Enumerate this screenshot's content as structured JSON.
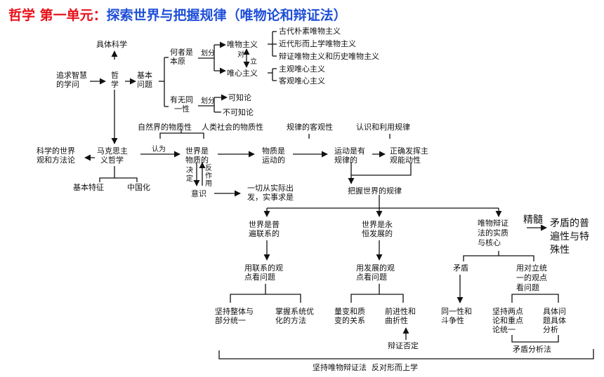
{
  "title": {
    "red": "哲学 第一单元：",
    "blue": "探索世界与把握规律（唯物论和辩证法）"
  },
  "nodes": {
    "n_jutikexue": "具体科学",
    "n_zhuiqiu_1": "追求智慧",
    "n_zhuiqiu_2": "的学问",
    "n_zhexue_1": "哲",
    "n_zhexue_2": "学",
    "n_jiben_1": "基本",
    "n_jiben_2": "问题",
    "n_hezhe_1": "何者是",
    "n_hezhe_2": "本原",
    "n_huafen1": "划分",
    "n_huafen2": "划分",
    "n_weiwu": "唯物主义",
    "n_weixin": "唯心主义",
    "n_duili_1": "对",
    "n_duili_2": "立",
    "n_gudai": "古代朴素唯物主义",
    "n_jindai": "近代形而上学唯物主义",
    "n_bianzheng": "辩证唯物主义和历史唯物主义",
    "n_zhuguan": "主观唯心主义",
    "n_keguan": "客观唯心主义",
    "n_youwu_1": "有无同",
    "n_youwu_2": "一性",
    "n_kezhi": "可知论",
    "n_bukezhi": "不可知论",
    "n_ziran": "自然界的物质性",
    "n_renlei": "人类社会的物质性",
    "n_guilv_keguan": "规律的客观性",
    "n_renshi_liyong": "认识和利用规律",
    "n_kexue_1": "科学的世界",
    "n_kexue_2": "观和方法论",
    "n_makesi_1": "马克思主",
    "n_makesi_2": "义哲学",
    "n_renwei": "认为",
    "n_shijie_1": "世界是",
    "n_shijie_2": "物质的",
    "n_wuzhi_1": "物质是",
    "n_wuzhi_2": "运动的",
    "n_yundong_1": "运动是有",
    "n_yundong_2": "规律的",
    "n_zhengque_1": "正确发挥主",
    "n_zhengque_2": "观能动性",
    "n_jiben_tezheng": "基本特征",
    "n_zhongguo": "中国化",
    "n_jueding_1": "决",
    "n_jueding_2": "定",
    "n_fanzuo_1": "反",
    "n_fanzuo_2": "作",
    "n_fanzuo_3": "用",
    "n_yishi": "意识",
    "n_yiqie_1": "一切从实际出",
    "n_yiqie_2": "发，实事求是",
    "n_bawo": "把握世界的规律",
    "n_pubian_1": "世界是普",
    "n_pubian_2": "遍联系的",
    "n_yongheng_1": "世界是永",
    "n_yongheng_2": "恒发展的",
    "n_weiwubz_1": "唯物辩证",
    "n_weiwubz_2": "法的实质",
    "n_weiwubz_3": "与核心",
    "n_jingsui": "精髓",
    "n_maodun_pubian_1": "矛盾的普",
    "n_maodun_pubian_2": "遍性与特",
    "n_maodun_pubian_3": "殊性",
    "n_lianxi_1": "用联系的观",
    "n_lianxi_2": "点看问题",
    "n_fazhan_1": "用发展的观",
    "n_fazhan_2": "点看问题",
    "n_maodun": "矛盾",
    "n_duili_tongyi_1": "用对立统",
    "n_duili_tongyi_2": "一的观点",
    "n_duili_tongyi_3": "看问题",
    "n_zhengti_1": "坚持整体与",
    "n_zhengti_2": "部分统一",
    "n_xitong_1": "掌握系统优",
    "n_xitong_2": "化的方法",
    "n_liangbian_1": "量变和质",
    "n_liangbian_2": "变的关系",
    "n_qianjin_1": "前进性和",
    "n_qianjin_2": "曲折性",
    "n_bianzheng_fouding": "辩证否定",
    "n_tongyi_1": "同一性和",
    "n_tongyi_2": "斗争性",
    "n_liangdian_1": "坚持两点",
    "n_liangdian_2": "论和重点",
    "n_liangdian_3": "论统一",
    "n_juti_1": "具体问",
    "n_juti_2": "题具体",
    "n_juti_3": "分析",
    "n_maodun_fenxi": "矛盾分析法",
    "n_bottom": "坚持唯物辩证法  反对形而上学"
  }
}
